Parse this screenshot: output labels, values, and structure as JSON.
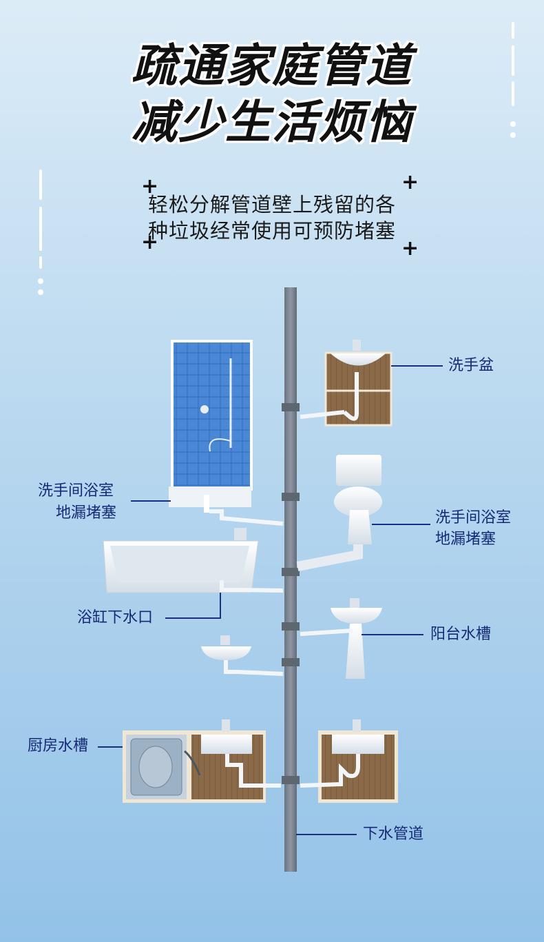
{
  "headline": {
    "line1": "疏通家庭管道",
    "line2": "减少生活烦恼"
  },
  "subheading": {
    "line1": "轻松分解管道壁上残留的各",
    "line2": "种垃圾经常使用可预防堵塞"
  },
  "labels": {
    "wash_basin": "洗手盆",
    "shower_drain_1": "洗手间浴室",
    "shower_drain_2": "地漏堵塞",
    "toilet_1": "洗手间浴室",
    "toilet_2": "地漏堵塞",
    "bathtub": "浴缸下水口",
    "balcony_sink": "阳台水槽",
    "kitchen_sink": "厨房水槽",
    "sewer_pipe": "下水管道"
  },
  "colors": {
    "label_text": "#142a75",
    "leader_line": "#1b2f80",
    "pipe": "#7d8591",
    "tile": "#3c79c9"
  }
}
